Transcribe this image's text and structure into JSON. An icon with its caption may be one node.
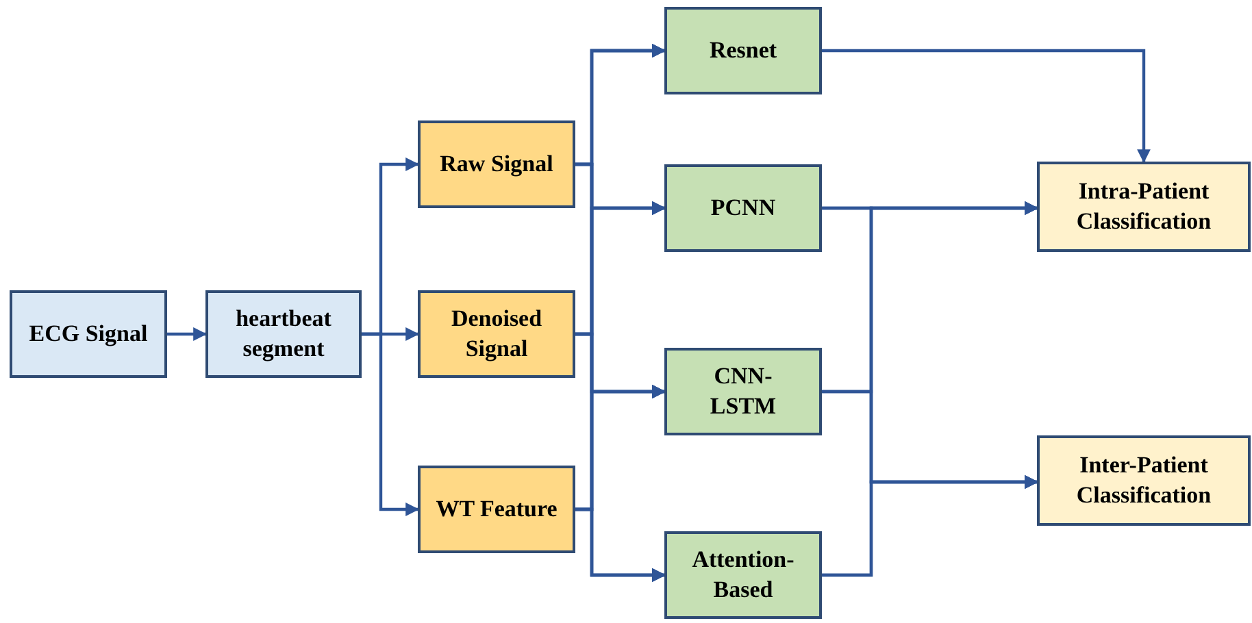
{
  "diagram": {
    "nodes": [
      {
        "text": [
          "ECG Signal"
        ]
      },
      {
        "text": [
          "heartbeat segment"
        ]
      },
      {
        "text": [
          "Raw Signal"
        ]
      },
      {
        "text": [
          "Denoised Signal"
        ]
      },
      {
        "text": [
          "WT Feature"
        ]
      },
      {
        "text": [
          "Resnet"
        ]
      },
      {
        "text": [
          "PCNN"
        ]
      },
      {
        "text": [
          "CNN-LSTM"
        ]
      },
      {
        "text": [
          "Attention-Based"
        ]
      },
      {
        "text": [
          "Intra-Patient Classification"
        ]
      },
      {
        "text": [
          "Inter-Patient Classification"
        ]
      }
    ],
    "edges": [
      {
        "from": 0,
        "to": 1,
        "arrow": "to"
      },
      {
        "from": 1,
        "to": 2,
        "arrow": "to"
      },
      {
        "from": 1,
        "to": 3,
        "arrow": "to"
      },
      {
        "from": 1,
        "to": 4,
        "arrow": "to"
      },
      {
        "from": 2,
        "to": 5,
        "arrow": "to"
      },
      {
        "from": 2,
        "to": 6,
        "arrow": "to"
      },
      {
        "from": 2,
        "to": 7,
        "arrow": "to"
      },
      {
        "from": 2,
        "to": 8,
        "arrow": "to"
      },
      {
        "from": 3,
        "to": 5,
        "arrow": "to"
      },
      {
        "from": 3,
        "to": 6,
        "arrow": "to"
      },
      {
        "from": 3,
        "to": 7,
        "arrow": "to"
      },
      {
        "from": 3,
        "to": 8,
        "arrow": "to"
      },
      {
        "from": 4,
        "to": 5,
        "arrow": "to"
      },
      {
        "from": 4,
        "to": 6,
        "arrow": "to"
      },
      {
        "from": 4,
        "to": 7,
        "arrow": "to"
      },
      {
        "from": 4,
        "to": 8,
        "arrow": "to"
      },
      {
        "from": 5,
        "to": 9,
        "arrow": "to"
      },
      {
        "from": 6,
        "to": 9,
        "arrow": "to"
      },
      {
        "from": 6,
        "to": 10,
        "arrow": "to"
      },
      {
        "from": 7,
        "to": 9,
        "arrow": "to"
      },
      {
        "from": 7,
        "to": 10,
        "arrow": "to"
      },
      {
        "from": 8,
        "to": 9,
        "arrow": "to"
      },
      {
        "from": 8,
        "to": 10,
        "arrow": "to"
      }
    ]
  }
}
